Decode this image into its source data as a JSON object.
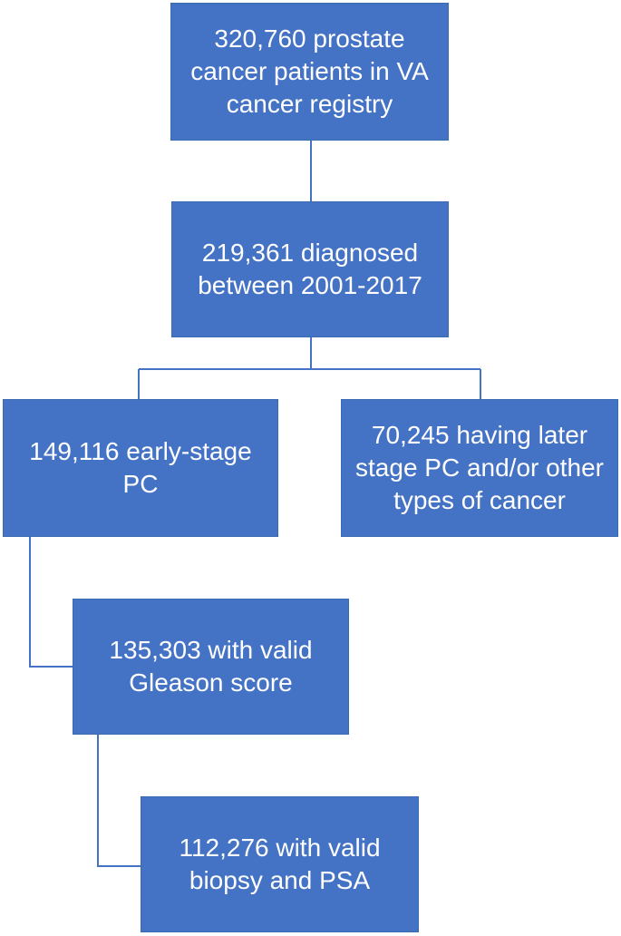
{
  "colors": {
    "box_fill": "#4472c4",
    "box_border": "#3a6cae",
    "connector": "#4472c4",
    "text": "#ffffff"
  },
  "flowchart": {
    "registry": "320,760 prostate cancer patients in VA cancer registry",
    "diagnosed": "219,361 diagnosed between 2001-2017",
    "early_stage": "149,116 early-stage PC",
    "later_stage": "70,245 having later stage PC and/or other types of cancer",
    "gleason": "135,303 with valid Gleason score",
    "biopsy_psa": "112,276 with valid biopsy and PSA"
  }
}
